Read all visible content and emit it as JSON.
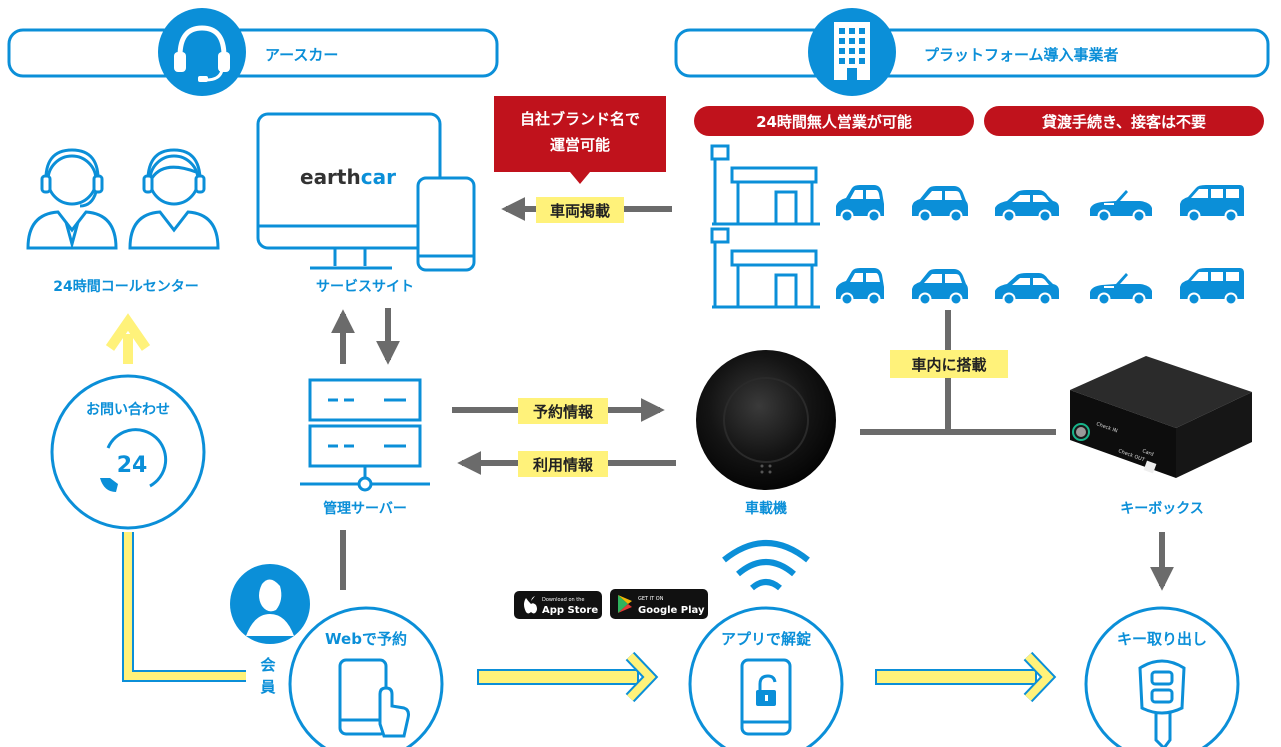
{
  "colors": {
    "blue": "#0b8fd8",
    "dark_gray": "#6b6b6b",
    "yellow": "#fff27a",
    "red": "#c0121c",
    "white": "#ffffff",
    "black": "#111111"
  },
  "header_left": {
    "title": "アースカー",
    "icon": "headset-icon"
  },
  "header_right": {
    "title": "プラットフォーム導入事業者",
    "icon": "building-icon"
  },
  "red_callouts": {
    "brand": "自社ブランド名で運営可能",
    "badge_24h": "24時間無人営業が可能",
    "badge_no_staff": "貸渡手続き、接客は不要"
  },
  "service": {
    "logo_dark": "earth",
    "logo_accent": "car",
    "caption": "サービスサイト"
  },
  "call_center": {
    "caption": "24時間コールセンター"
  },
  "inquiry": {
    "title": "お問い合わせ",
    "number": "24"
  },
  "server": {
    "caption": "管理サーバー"
  },
  "onboard": {
    "caption": "車載機"
  },
  "keybox": {
    "caption": "キーボックス",
    "btn_in": "Check IN",
    "btn_out": "Check OUT",
    "card": "Card"
  },
  "flows": {
    "listing": "車両掲載",
    "reservation_info": "予約情報",
    "usage_info": "利用情報",
    "installed": "車内に搭載"
  },
  "member": {
    "label": "会員"
  },
  "steps": [
    {
      "title": "Webで予約",
      "icon": "phone-tap-icon"
    },
    {
      "title": "アプリで解錠",
      "icon": "phone-unlock-icon"
    },
    {
      "title": "キー取り出し",
      "icon": "car-key-icon"
    }
  ],
  "store_badges": {
    "app_store_small": "Download on the",
    "app_store_big": "App Store",
    "google_small": "GET IT ON",
    "google_big": "Google Play"
  }
}
